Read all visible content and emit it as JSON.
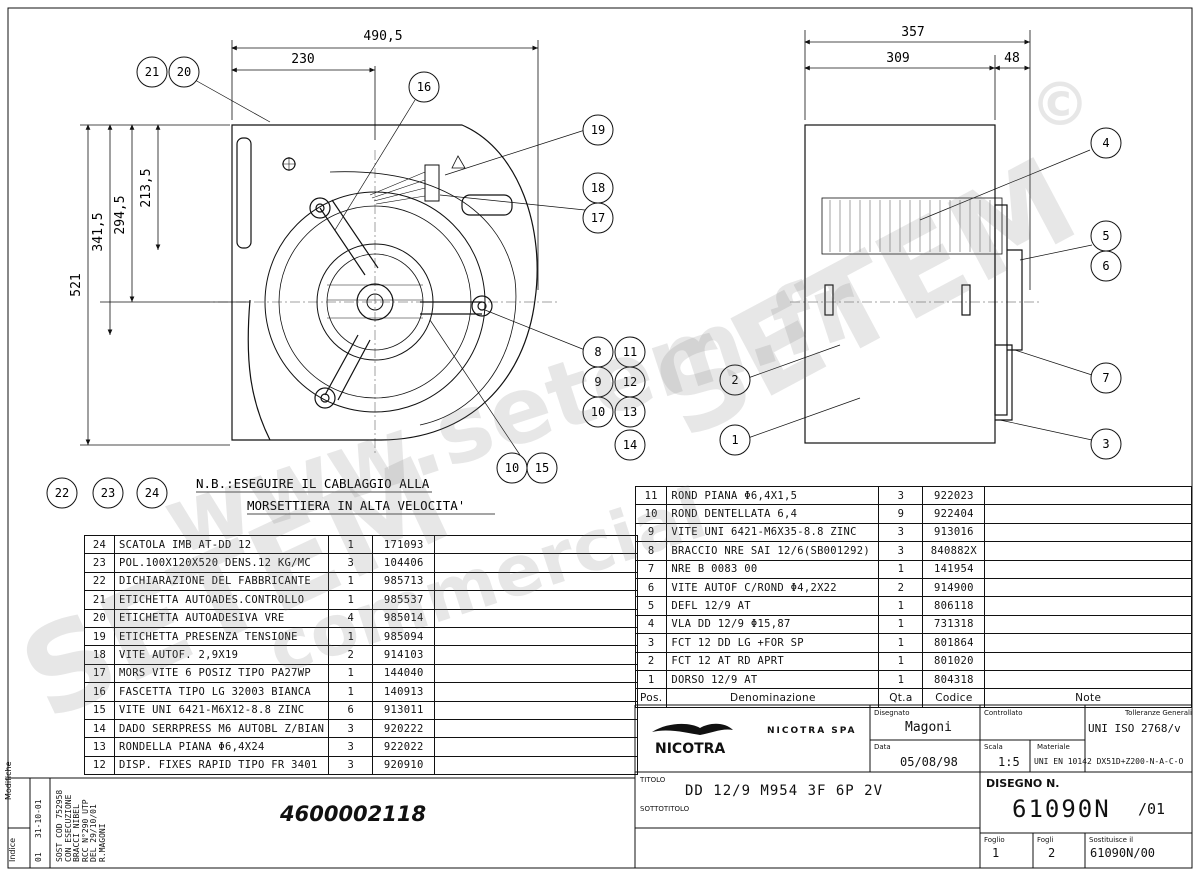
{
  "dimensions": {
    "front_width": "490,5",
    "front_partial": "230",
    "front_height": "521",
    "h1": "341,5",
    "h2": "294,5",
    "h3": "213,5",
    "side_width": "357",
    "side_partial": "309",
    "side_small": "48"
  },
  "balloons_front": [
    "21",
    "20",
    "16",
    "19",
    "18",
    "17",
    "8",
    "11",
    "9",
    "12",
    "10",
    "13",
    "14",
    "10",
    "15"
  ],
  "balloons_side": [
    "4",
    "5",
    "6",
    "7",
    "3",
    "2",
    "1"
  ],
  "balloons_loose": [
    "22",
    "23",
    "24"
  ],
  "note_lines": [
    "N.B.:ESEGUIRE IL CABLAGGIO ALLA",
    "MORSETTIERA IN ALTA VELOCITA'"
  ],
  "bom_left": [
    {
      "pos": "24",
      "name": "SCATOLA IMB AT-DD 12",
      "qty": "1",
      "code": "171093"
    },
    {
      "pos": "23",
      "name": "POL.100X120X520 DENS.12 KG/MC",
      "qty": "3",
      "code": "104406"
    },
    {
      "pos": "22",
      "name": "DICHIARAZIONE DEL FABBRICANTE",
      "qty": "1",
      "code": "985713"
    },
    {
      "pos": "21",
      "name": "ETICHETTA AUTOADES.CONTROLLO",
      "qty": "1",
      "code": "985537"
    },
    {
      "pos": "20",
      "name": "ETICHETTA AUTOADESIVA VRE",
      "qty": "4",
      "code": "985014"
    },
    {
      "pos": "19",
      "name": "ETICHETTA PRESENZA TENSIONE",
      "qty": "1",
      "code": "985094"
    },
    {
      "pos": "18",
      "name": "VITE AUTOF. 2,9X19",
      "qty": "2",
      "code": "914103"
    },
    {
      "pos": "17",
      "name": "MORS VITE 6 POSIZ TIPO PA27WP",
      "qty": "1",
      "code": "144040"
    },
    {
      "pos": "16",
      "name": "FASCETTA TIPO LG 32003 BIANCA",
      "qty": "1",
      "code": "140913"
    },
    {
      "pos": "15",
      "name": "VITE UNI 6421-M6X12-8.8 ZINC",
      "qty": "6",
      "code": "913011"
    },
    {
      "pos": "14",
      "name": "DADO SERRPRESS M6 AUTOBL Z/BIAN",
      "qty": "3",
      "code": "920222"
    },
    {
      "pos": "13",
      "name": "RONDELLA PIANA Φ6,4X24",
      "qty": "3",
      "code": "922022"
    },
    {
      "pos": "12",
      "name": "DISP. FIXES RAPID TIPO FR 3401",
      "qty": "3",
      "code": "920910"
    }
  ],
  "bom_right": [
    {
      "pos": "11",
      "name": "ROND PIANA Φ6,4X1,5",
      "qty": "3",
      "code": "922023"
    },
    {
      "pos": "10",
      "name": "ROND DENTELLATA 6,4",
      "qty": "9",
      "code": "922404"
    },
    {
      "pos": "9",
      "name": "VITE UNI 6421-M6X35-8.8 ZINC",
      "qty": "3",
      "code": "913016"
    },
    {
      "pos": "8",
      "name": "BRACCIO NRE SAI 12/6(SB001292)",
      "qty": "3",
      "code": "840882X"
    },
    {
      "pos": "7",
      "name": "NRE B 0083 00",
      "qty": "1",
      "code": "141954"
    },
    {
      "pos": "6",
      "name": "VITE AUTOF C/ROND Φ4,2X22",
      "qty": "2",
      "code": "914900"
    },
    {
      "pos": "5",
      "name": "DEFL 12/9 AT",
      "qty": "1",
      "code": "806118"
    },
    {
      "pos": "4",
      "name": "VLA DD 12/9 Φ15,87",
      "qty": "1",
      "code": "731318"
    },
    {
      "pos": "3",
      "name": "FCT 12 DD LG +FOR SP",
      "qty": "1",
      "code": "801864"
    },
    {
      "pos": "2",
      "name": "FCT 12 AT RD APRT",
      "qty": "1",
      "code": "801020"
    },
    {
      "pos": "1",
      "name": "DORSO 12/9 AT",
      "qty": "1",
      "code": "804318"
    }
  ],
  "bom_header": {
    "pos": "Pos.",
    "name": "Denominazione",
    "qty": "Qt.a",
    "code": "Codice",
    "note": "Note"
  },
  "title_block": {
    "brand": "NICOTRA",
    "company": "NICOTRA SPA",
    "drawn_label": "Disegnato",
    "drawn_by": "Magoni",
    "checked_label": "Controllato",
    "tolerance_label": "Tolleranze Generali",
    "tolerance_value": "UNI ISO 2768/v",
    "date_label": "Data",
    "date": "05/08/98",
    "scale_label": "Scala",
    "scale": "1:5",
    "material_label": "Materiale",
    "material": "UNI EN 10142 DX51D+Z200-N-A-C-O",
    "title_label": "TITOLO",
    "title": "DD 12/9 M954 3F 6P 2V",
    "subtitle_label": "SOTTOTITOLO",
    "drawing_label": "DISEGNO N.",
    "drawing_number": "61090N",
    "revision": "/01",
    "sheet_label": "Foglio",
    "sheet": "1",
    "sheets_label": "Fogli",
    "sheets": "2",
    "replaces_label": "Sostituisce il",
    "replaces": "61090N/00"
  },
  "revision_block": {
    "modifiche_label": "Modifiche",
    "indice_label": "Indice",
    "rev_index": "01",
    "rev_date": "31-10-01",
    "rev_text": [
      "SOST COD 752958",
      "CON ESECUZIONE",
      "BRACCI NIBEL",
      "RCC N°290 UTP",
      "DEL 29/10/01",
      "R.MAGONI"
    ]
  },
  "part_number": "4600002118",
  "watermarks": {
    "site": "www.setem.fr",
    "brand": "SETEM",
    "copyright": "©",
    "commercial": "commercial"
  },
  "colors": {
    "line": "#111111",
    "watermark": "#8a8a8a"
  }
}
